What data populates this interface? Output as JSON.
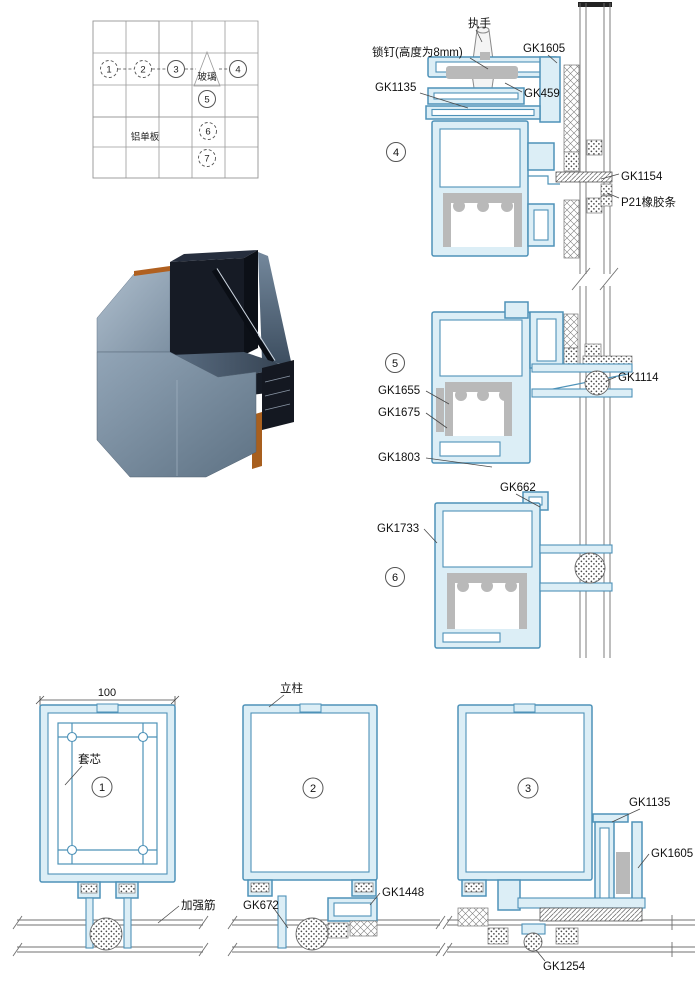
{
  "colors": {
    "profile_stroke": "#4e92b8",
    "profile_fill": "#dceef6",
    "insulation_gray": "#b9b9b9",
    "line_gray": "#707070",
    "text": "#111111",
    "wood_edge": "#a85f1e"
  },
  "legend": {
    "glass": "玻璃",
    "aluminum_panel": "铝单板",
    "c1": "1",
    "c2": "2",
    "c3": "3",
    "c4": "4",
    "c5": "5",
    "c6": "6",
    "c7": "7"
  },
  "d4": {
    "num": "4",
    "handle": "执手",
    "lockpin": "锁钉(高度为8mm)",
    "gk1605": "GK1605",
    "gk459": "GK459",
    "gk1135": "GK1135",
    "gk1154": "GK1154",
    "p21": "P21橡胶条"
  },
  "d5": {
    "num": "5",
    "gk1655": "GK1655",
    "gk1675": "GK1675",
    "gk1803": "GK1803",
    "gk1114": "GK1114"
  },
  "d6": {
    "num": "6",
    "gk662": "GK662",
    "gk1733": "GK1733"
  },
  "p1": {
    "num": "1",
    "dim": "100",
    "core": "套芯",
    "rib": "加强筋"
  },
  "p2": {
    "num": "2",
    "mullion": "立柱",
    "gk672": "GK672",
    "gk1448": "GK1448"
  },
  "p3": {
    "num": "3",
    "gk1135": "GK1135",
    "gk1605": "GK1605",
    "gk1254": "GK1254"
  }
}
